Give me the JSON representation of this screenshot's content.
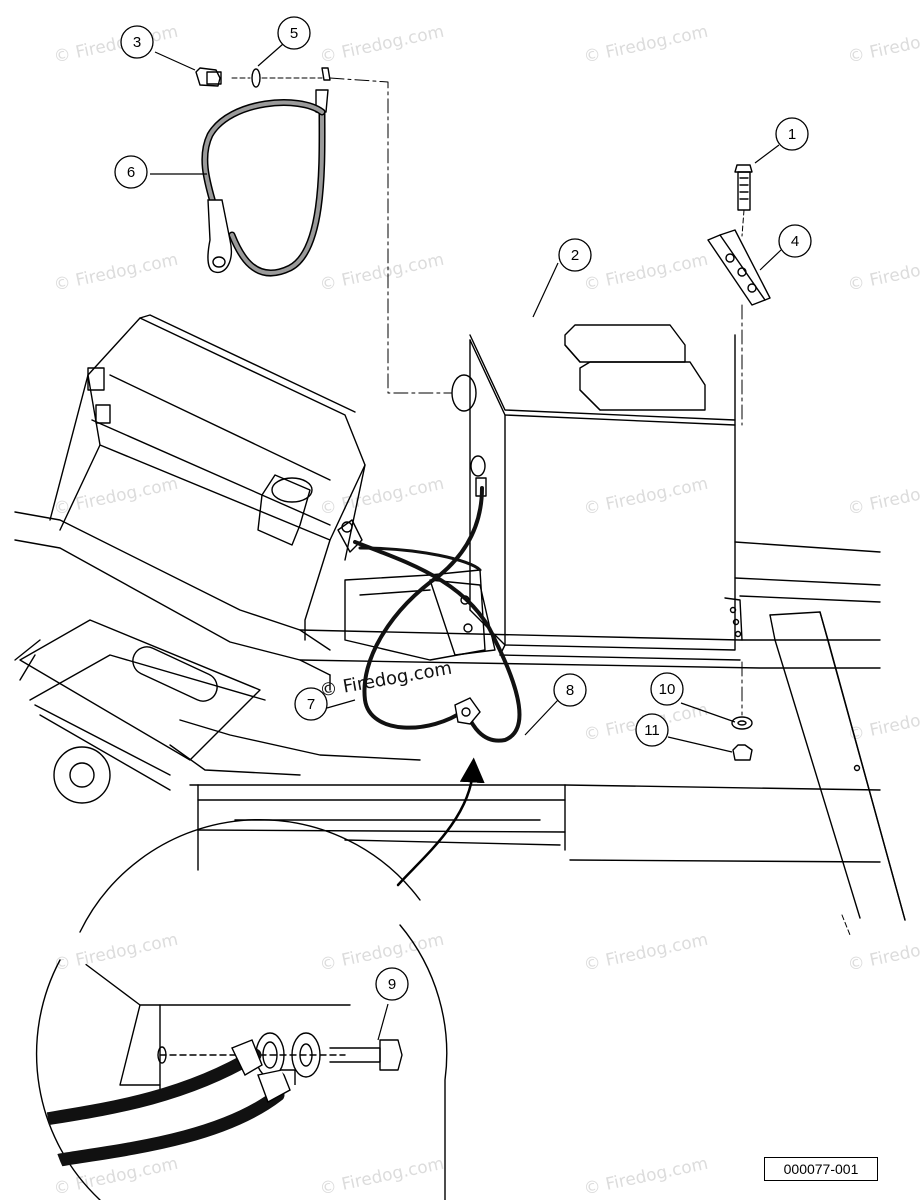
{
  "watermark": {
    "text": "© Firedog.com"
  },
  "callouts": [
    {
      "id": "1",
      "label": "1"
    },
    {
      "id": "2",
      "label": "2"
    },
    {
      "id": "3",
      "label": "3"
    },
    {
      "id": "4",
      "label": "4"
    },
    {
      "id": "5",
      "label": "5"
    },
    {
      "id": "6",
      "label": "6"
    },
    {
      "id": "7",
      "label": "7"
    },
    {
      "id": "8",
      "label": "8"
    },
    {
      "id": "9",
      "label": "9"
    },
    {
      "id": "10",
      "label": "10"
    },
    {
      "id": "11",
      "label": "11"
    }
  ],
  "figure_id": "000077-001",
  "colors": {
    "line": "#000000",
    "cable": "#111111",
    "cable_gray": "#9a9a9a",
    "watermark": "#dcdcdc"
  }
}
